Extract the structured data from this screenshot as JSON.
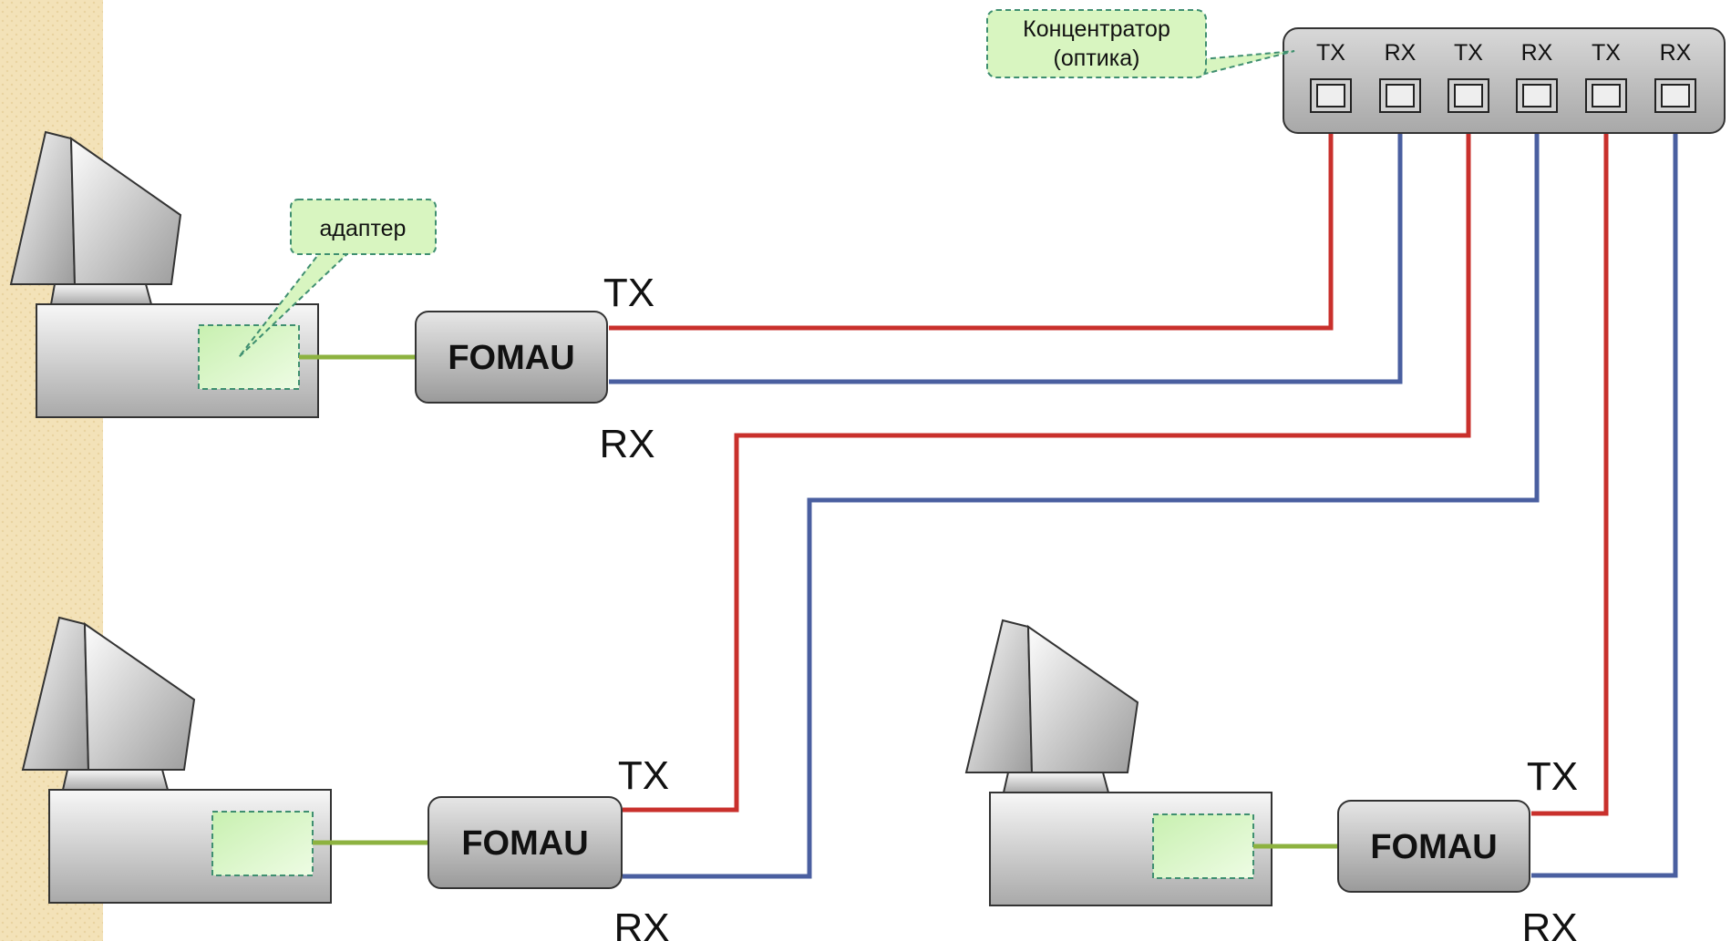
{
  "hub": {
    "callout": [
      "Концентратор",
      "(оптика)"
    ],
    "ports": [
      "TX",
      "RX",
      "TX",
      "RX",
      "TX",
      "RX"
    ]
  },
  "adapter_callout": "адаптер",
  "stations": [
    {
      "box_label": "FOMAU",
      "tx_label": "TX",
      "rx_label": "RX"
    },
    {
      "box_label": "FOMAU",
      "tx_label": "TX",
      "rx_label": "RX"
    },
    {
      "box_label": "FOMAU",
      "tx_label": "TX",
      "rx_label": "RX"
    }
  ],
  "colors": {
    "tx_line": "#C9302C",
    "rx_line": "#4A5FA0",
    "link_line": "#8DB240",
    "callout_fill": "#D8F5C0",
    "callout_border": "#3F8F70",
    "side_strip": "#F3E2B8"
  }
}
